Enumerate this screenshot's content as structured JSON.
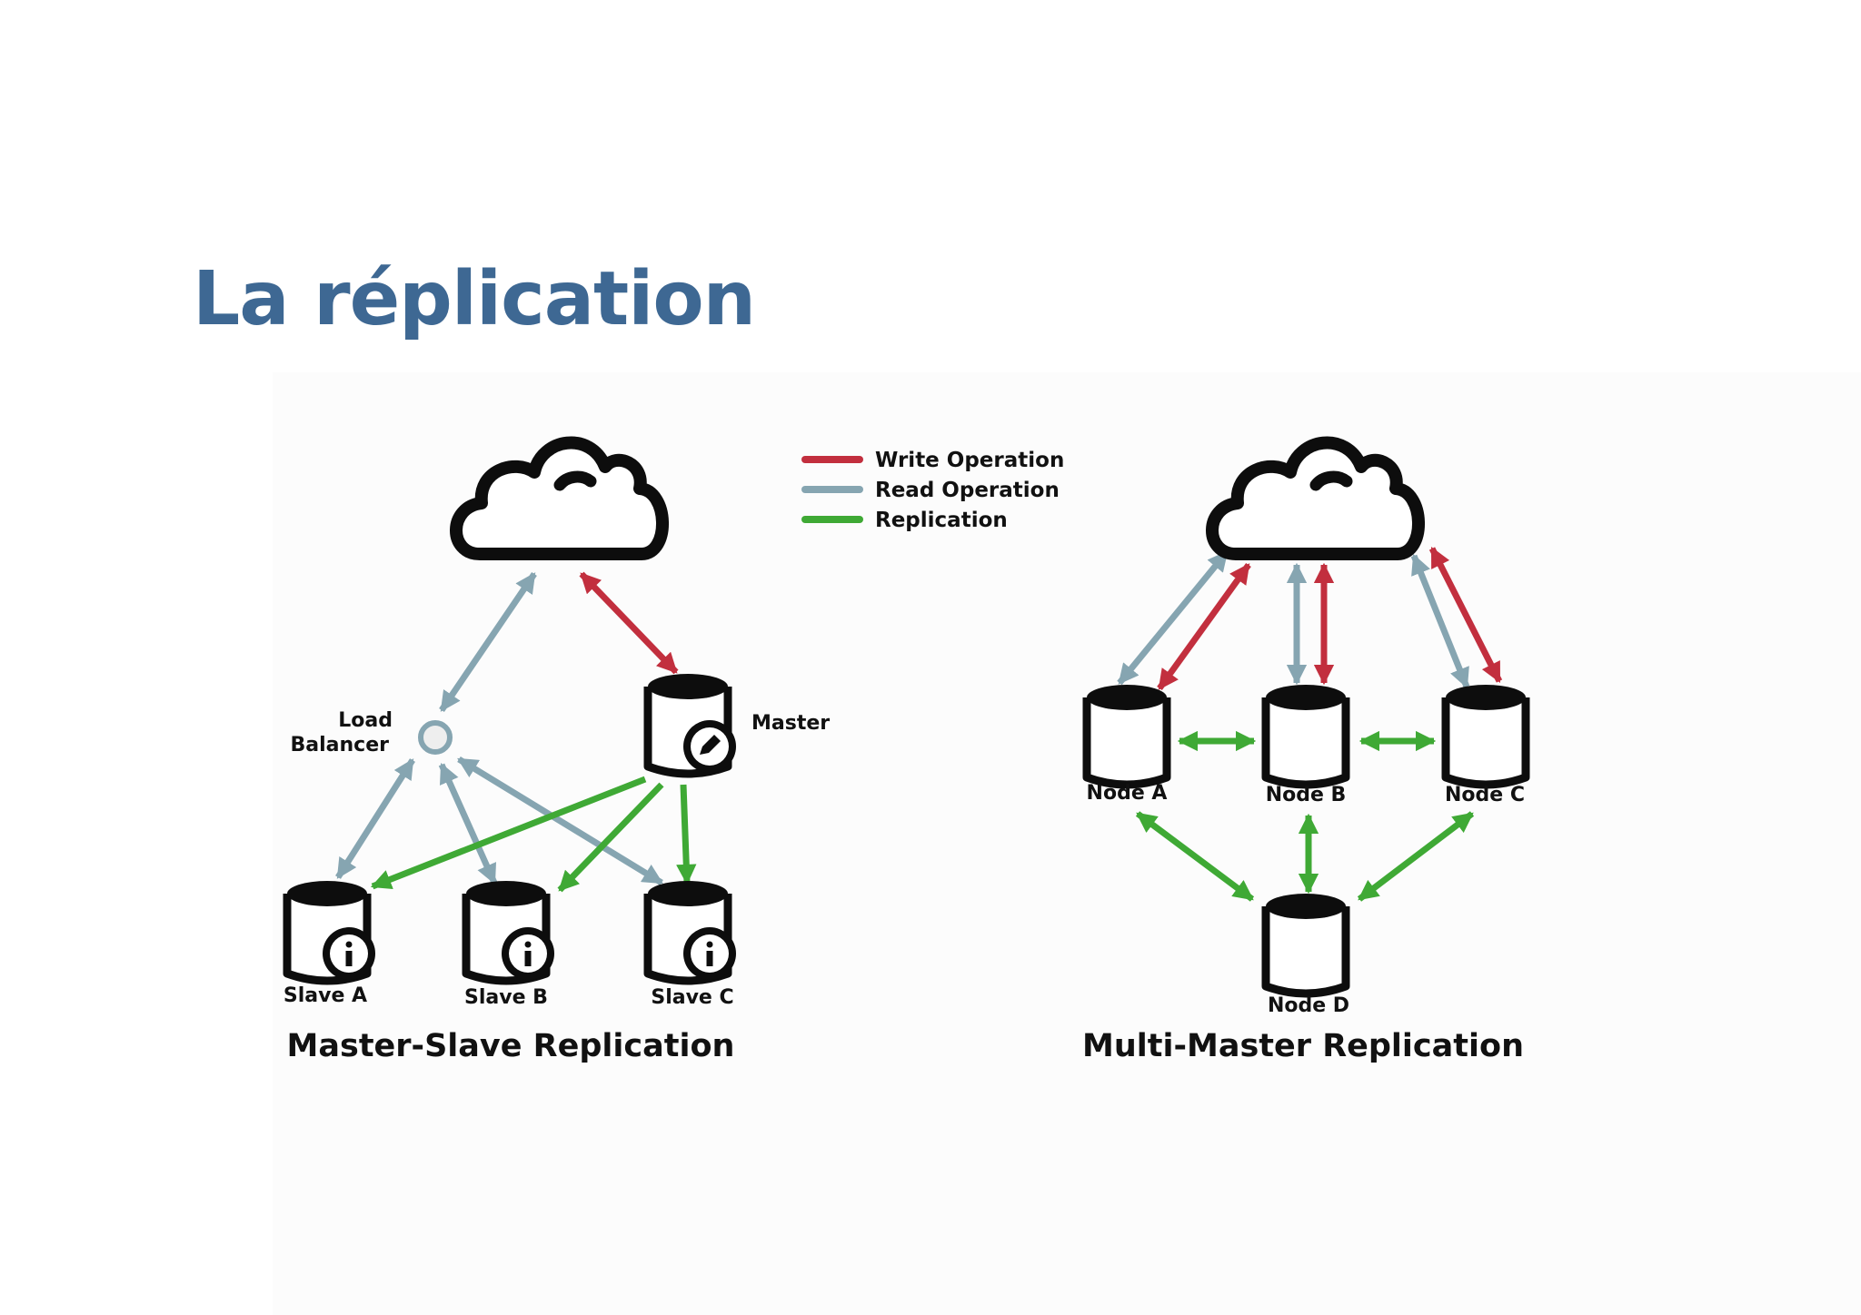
{
  "slide": {
    "title": "La réplication"
  },
  "legend": [
    {
      "label": "Write Operation",
      "color": "#c22f3e"
    },
    {
      "label": "Read Operation",
      "color": "#86a5b1"
    },
    {
      "label": "Replication",
      "color": "#3fa935"
    }
  ],
  "master_slave": {
    "caption": "Master-Slave Replication",
    "load_balancer": {
      "line1": "Load",
      "line2": "Balancer"
    },
    "master": "Master",
    "slave_a": "Slave A",
    "slave_b": "Slave B",
    "slave_c": "Slave C"
  },
  "multi_master": {
    "caption": "Multi-Master Replication",
    "node_a": "Node A",
    "node_b": "Node B",
    "node_c": "Node C",
    "node_d": "Node D"
  },
  "icons": {
    "cloud": "cloud-icon",
    "database": "database-icon",
    "edit": "pencil-icon",
    "info": "info-icon"
  }
}
